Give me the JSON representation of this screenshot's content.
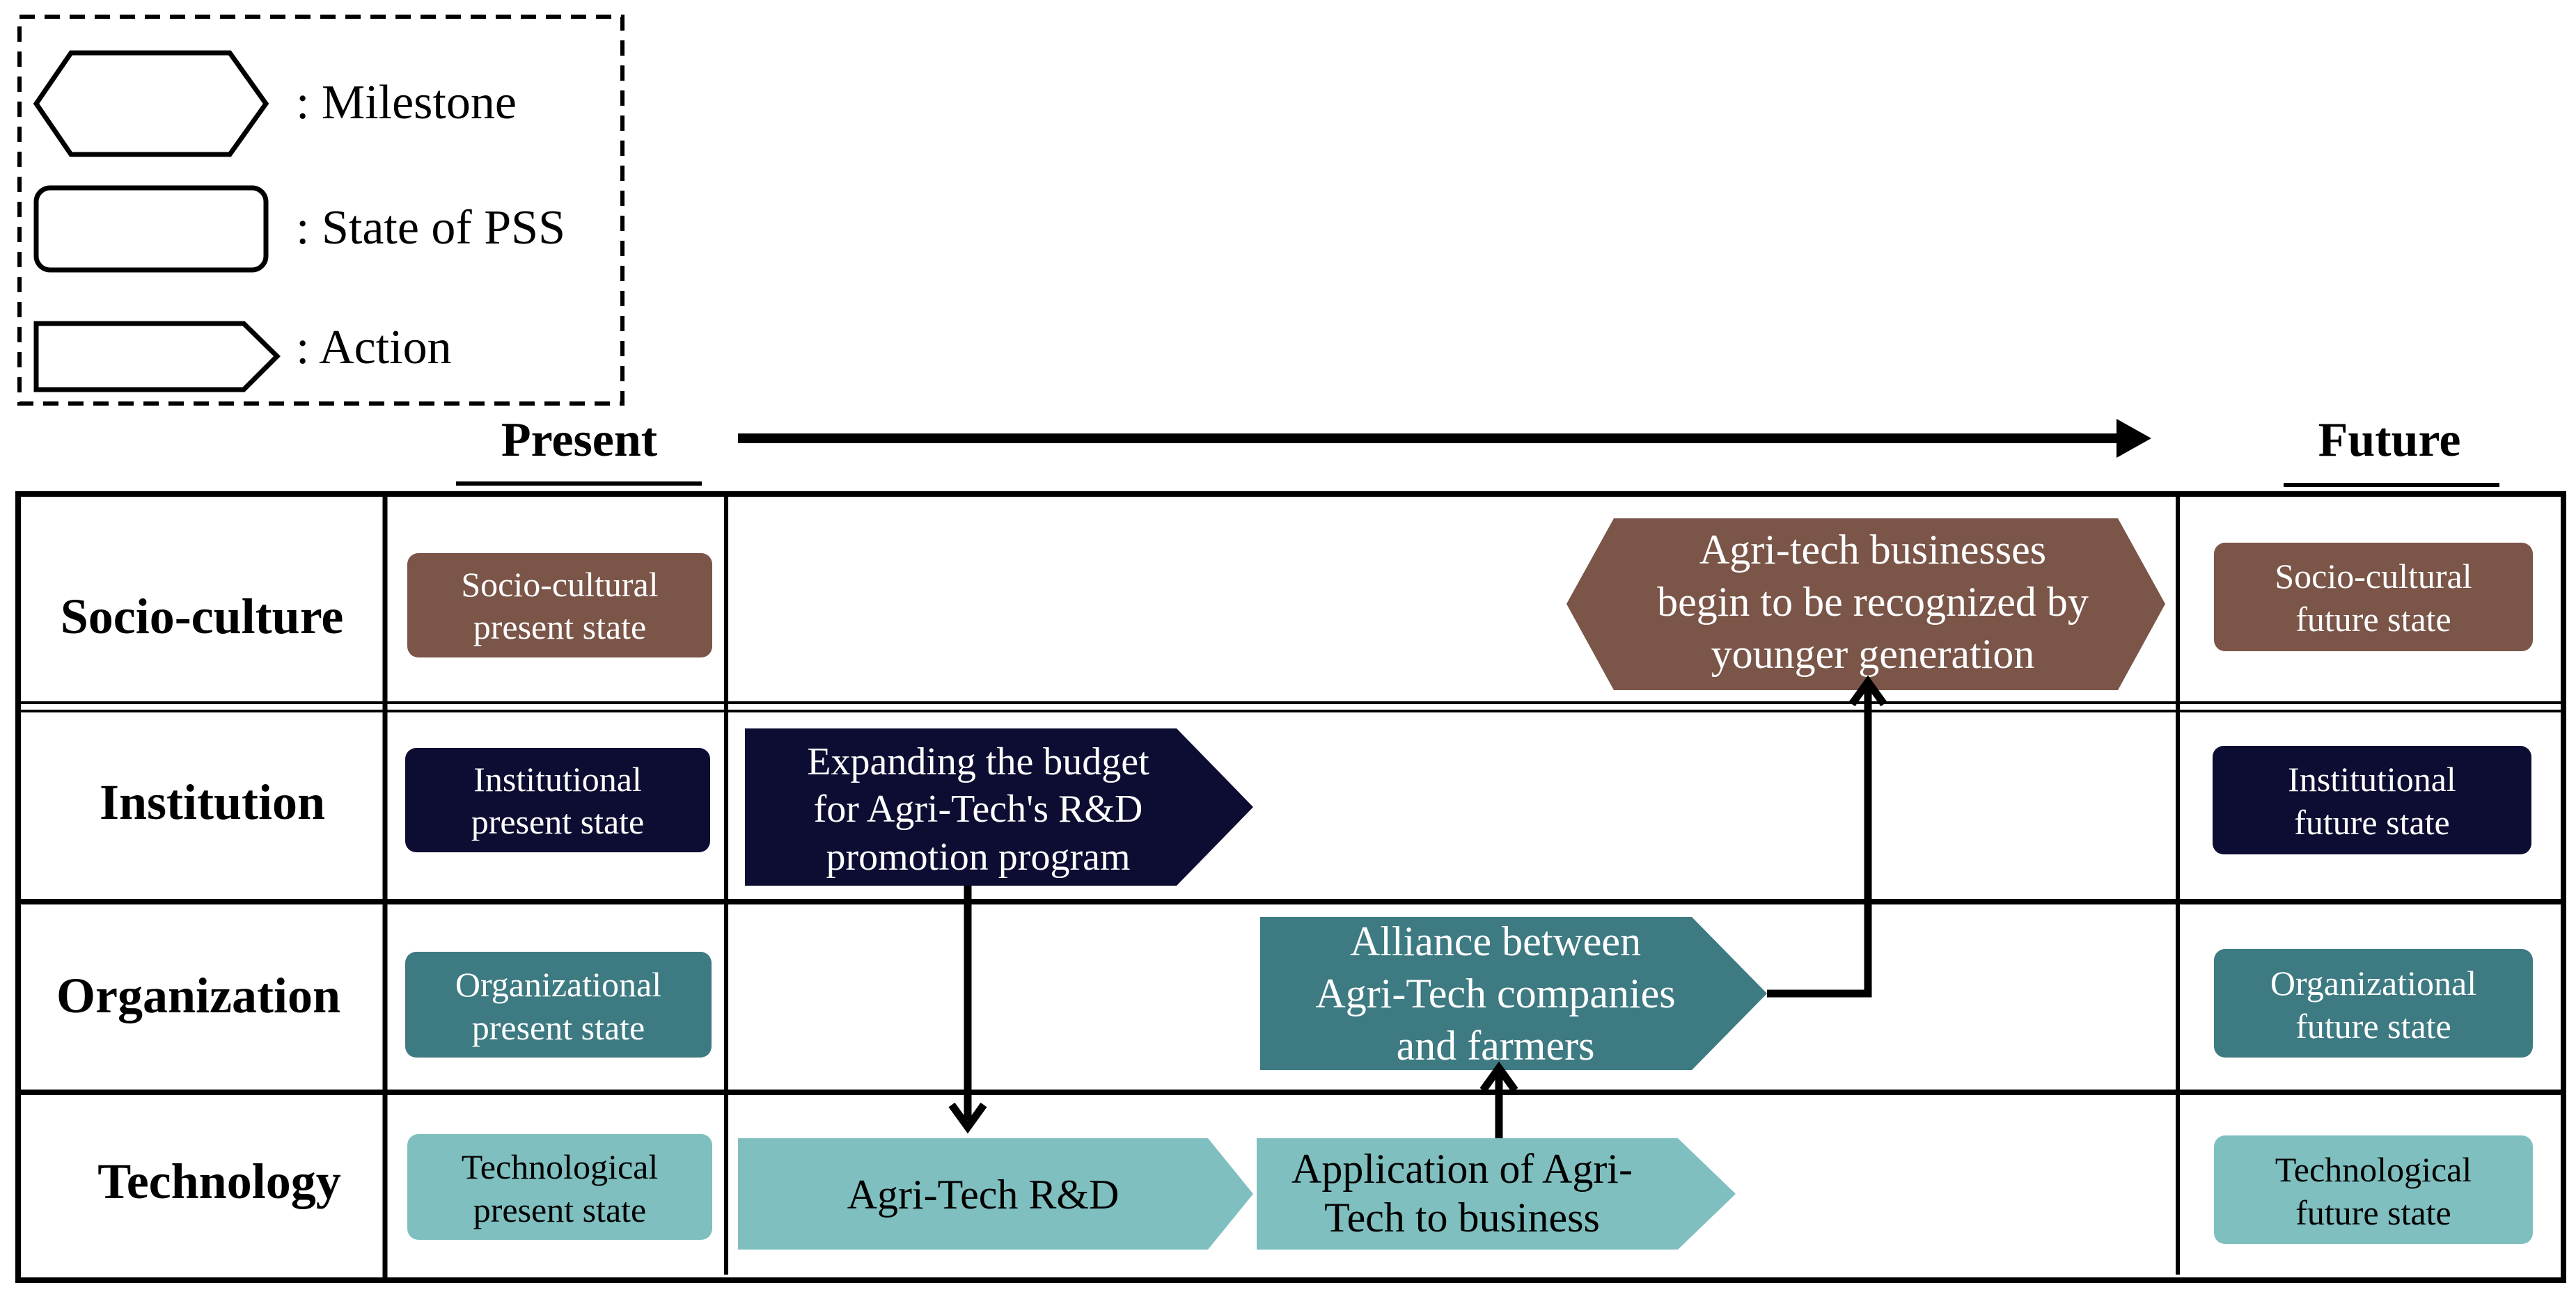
{
  "legend": {
    "milestone_label": ": Milestone",
    "state_label": ": State of PSS",
    "action_label": ": Action"
  },
  "timeline": {
    "present_label": "Present",
    "future_label": "Future"
  },
  "rows": [
    {
      "label": "Socio-culture"
    },
    {
      "label": "Institution"
    },
    {
      "label": "Organization"
    },
    {
      "label": "Technology"
    }
  ],
  "present_states": [
    {
      "line1": "Socio-cultural",
      "line2": "present state"
    },
    {
      "line1": "Institutional",
      "line2": "present state"
    },
    {
      "line1": "Organizational",
      "line2": "present state"
    },
    {
      "line1": "Technological",
      "line2": "present state"
    }
  ],
  "future_states": [
    {
      "line1": "Socio-cultural",
      "line2": "future state"
    },
    {
      "line1": "Institutional",
      "line2": "future state"
    },
    {
      "line1": "Organizational",
      "line2": "future state"
    },
    {
      "line1": "Technological",
      "line2": "future state"
    }
  ],
  "milestone": {
    "line1": "Agri-tech businesses",
    "line2": "begin to be recognized by",
    "line3": "younger generation"
  },
  "actions": {
    "budget": {
      "line1": "Expanding the budget",
      "line2": "for Agri-Tech's R&D",
      "line3": "promotion program"
    },
    "alliance": {
      "line1": "Alliance between",
      "line2": "Agri-Tech companies",
      "line3": "and farmers"
    },
    "rnd": {
      "line1": "Agri-Tech R&D"
    },
    "application": {
      "line1": "Application of Agri-",
      "line2": "Tech to business"
    }
  },
  "colors": {
    "socio": "#7a5548",
    "institution": "#0d0d33",
    "organization": "#3d7a82",
    "technology": "#7fbfbf"
  }
}
